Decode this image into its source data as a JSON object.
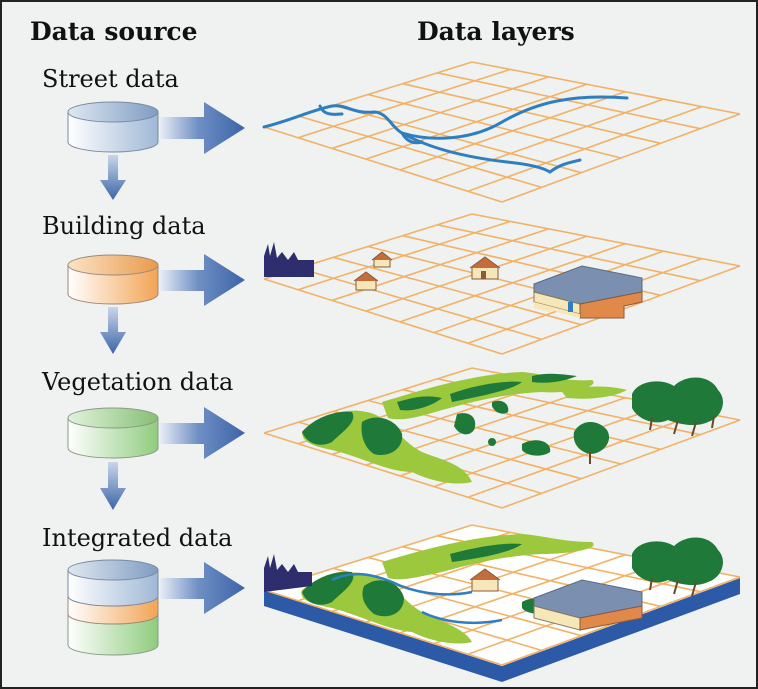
{
  "headings": {
    "source": "Data source",
    "layers": "Data layers"
  },
  "sources": {
    "street": "Street data",
    "building": "Building data",
    "vegetation": "Vegetation data",
    "integrated": "Integrated data"
  },
  "colors": {
    "background": "#f0f1f1",
    "grid_line": "#f2b266",
    "arrow": "#3c64a8",
    "road": "#2f7fc0",
    "street_db": "#9fb8d6",
    "building_db": "#f3a455",
    "vegetation_db": "#9fd28f",
    "tree_dark": "#1f7a3a",
    "grass_light": "#9bc83c",
    "base_plate": "#2d5aa6",
    "building_walls": "#f6e7b8",
    "roof": "#7b8fb0",
    "factory": "#2e2d6e"
  },
  "icons": {
    "database": "database-cylinder-icon",
    "arrow": "arrow-right-icon",
    "down_arrow": "arrow-down-icon",
    "factory": "factory-icon",
    "house": "house-icon",
    "tree": "tree-icon"
  }
}
